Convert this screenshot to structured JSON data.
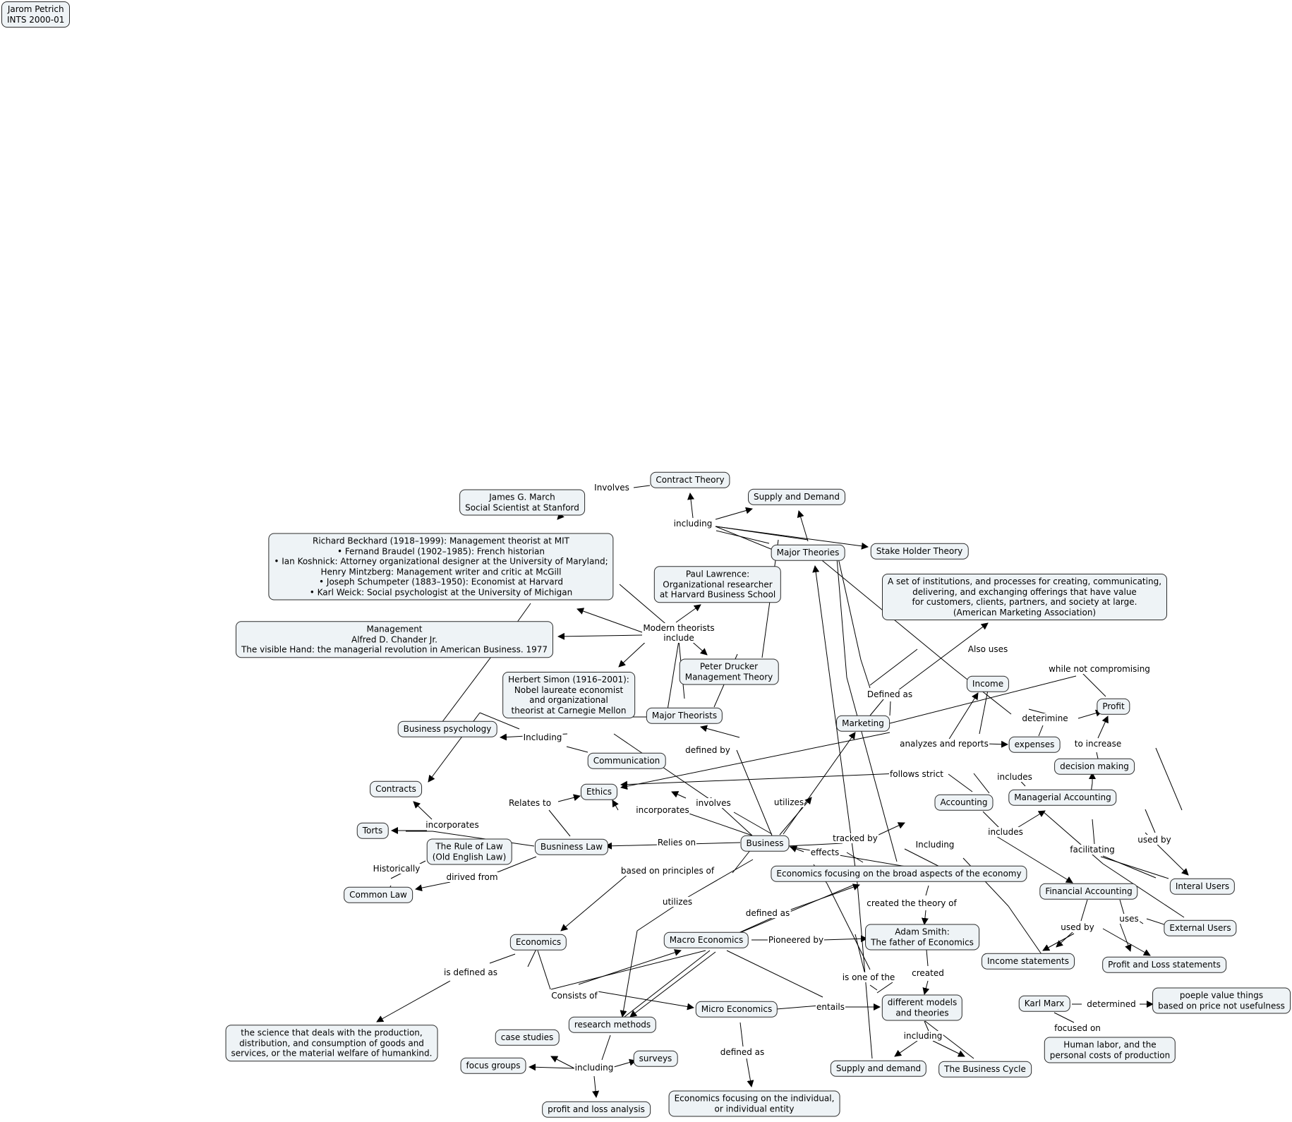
{
  "author_box": "Jarom Petrich\nINTS 2000-01",
  "nodes": {
    "contract_theory": "Contract Theory",
    "supply_demand_top": "Supply and Demand",
    "james_march": "James G. March\nSocial Scientist at Stanford",
    "major_theories": "Major Theories",
    "stake_holder": "Stake Holder Theory",
    "theorists_list": "Richard Beckhard (1918–1999): Management theorist at MIT\n• Fernand Braudel (1902–1985): French historian\n• Ian Koshnick: Attorney organizational designer at the University of Maryland;\nHenry Mintzberg: Management writer and critic at McGill\n• Joseph Schumpeter (1883–1950): Economist at Harvard\n• Karl Weick: Social psychologist at the University of Michigan",
    "paul_lawrence": "Paul Lawrence:\nOrganizational researcher\nat Harvard Business School",
    "marketing_def": "A set of institutions, and processes for creating, communicating,\ndelivering, and exchanging offerings that have value\nfor customers, clients, partners, and society at large.\n(American Marketing Association)",
    "management": "Management\nAlfred D. Chander Jr.\nThe visible Hand: the managerial revolution in American Business. 1977",
    "peter_drucker": "Peter Drucker\nManagement Theory",
    "herbert_simon": "Herbert Simon (1916–2001):\nNobel laureate economist\nand organizational\ntheorist at Carnegie Mellon",
    "income": "Income",
    "profit": "Profit",
    "major_theorists": "Major Theorists",
    "marketing": "Marketing",
    "business_psych": "Business psychology",
    "expenses": "expenses",
    "communication": "Communication",
    "decision_making": "decision making",
    "contracts": "Contracts",
    "ethics": "Ethics",
    "accounting": "Accounting",
    "managerial_accounting": "Managerial Accounting",
    "torts": "Torts",
    "rule_of_law": "The Rule of Law\n(Old English Law)",
    "business_law": "Busniness Law",
    "business": "Business",
    "econ_broad": "Economics focusing on the broad aspects of the economy",
    "interal_users": "Interal Users",
    "common_law": "Common Law",
    "financial_accounting": "Financial Accounting",
    "adam_smith": "Adam Smith:\nThe father of Economics",
    "external_users": "External Users",
    "economics": "Economics",
    "macro": "Macro Economics",
    "income_statements": "Income statements",
    "pl_statements": "Profit and Loss statements",
    "poeple_value": "poeple value things\nbased on price not usefulness",
    "karl_marx": "Karl Marx",
    "micro": "Micro Economics",
    "models": "different models\nand theories",
    "science_def": "the science that deals with the production,\ndistribution, and consumption of goods and\nservices, or the material welfare of humankind.",
    "case_studies": "case studies",
    "research_methods": "research methods",
    "human_labor": "Human labor, and the\npersonal costs of production",
    "focus_groups": "focus groups",
    "surveys": "surveys",
    "supply_demand_bottom": "Supply and demand",
    "business_cycle": "The Business Cycle",
    "profit_loss_analysis": "profit and loss analysis",
    "econ_individual": "Economics focusing on the individual,\nor individual entity"
  },
  "links": {
    "involves_top": "Involves",
    "including_top": "including",
    "modern_theorists": "Modern theorists\ninclude",
    "also_uses": "Also uses",
    "defined_as_mkt": "Defined as",
    "while_not": "while not compromising",
    "deterimine": "deterimine",
    "to_increase": "to increase",
    "defined_by": "defined by",
    "analyzes": "analyzes and reports",
    "including_psych": "Including",
    "follows_strict": "follows strict",
    "includes_man": "includes",
    "relates_to": "Relates to",
    "incorporates_ethics": "incorporates",
    "involves_comm": "involves",
    "utilizes_mkt": "utilizes",
    "incorporates_torts": "incorporates",
    "tracked_by": "tracked by",
    "including_econ": "Including",
    "includes_fin": "includes",
    "used_by_int": "used by",
    "relies_on": "Relies on",
    "effects": "effects",
    "facilitating": "facilitating",
    "historically": "Historically",
    "dirived_from": "dirived from",
    "based_on": "based on principles of",
    "utilizes_research": "utilizes",
    "created_theory": "created the theory of",
    "defined_as_macro": "defined as",
    "uses": "uses",
    "used_by_fin": "used by",
    "pioneered_by": "Pioneered by",
    "is_defined_as": "is defined as",
    "created": "created",
    "is_one_of": "is one of the",
    "consists_of": "Consists of",
    "determined": "determined",
    "entails": "entails",
    "focused_on": "focused on",
    "including_models": "including",
    "defined_as_micro": "defined as",
    "including_research": "including"
  }
}
